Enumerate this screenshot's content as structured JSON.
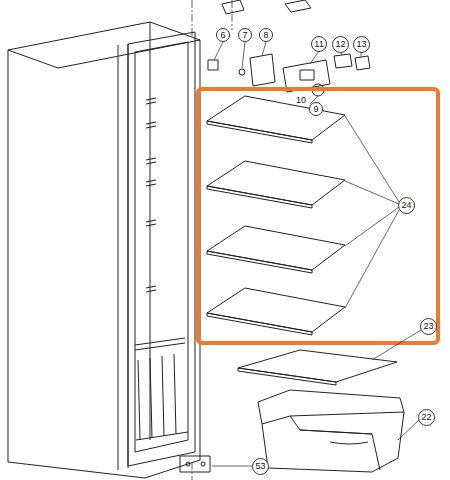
{
  "diagram": {
    "labels": [
      "6",
      "7",
      "8",
      "11",
      "12",
      "13",
      "10",
      "9",
      "24",
      "23",
      "22",
      "53"
    ]
  }
}
